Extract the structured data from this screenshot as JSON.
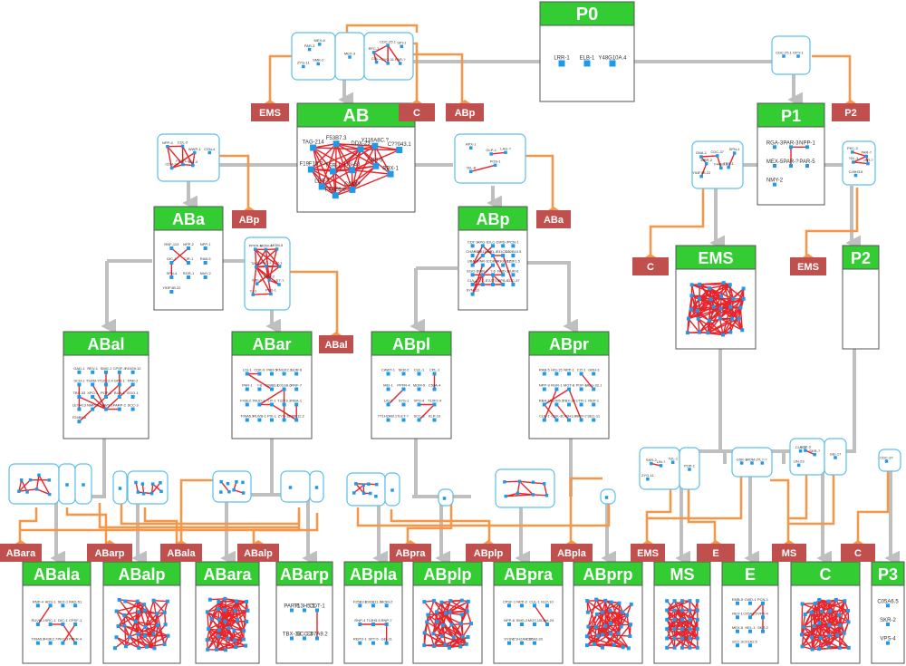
{
  "colors": {
    "cell_header": "#33cc33",
    "signal_box": "#c0504d",
    "lineage_line": "#bfbfbf",
    "signal_line": "#f79646",
    "module_border": "#5bc0eb",
    "node": "#1e9be8",
    "edge": "#e8232a"
  },
  "cells": [
    {
      "id": "P0",
      "title": "P0",
      "genes": [
        "LRR-1",
        "ELB-1",
        "Y48G10A.4"
      ]
    },
    {
      "id": "AB",
      "title": "AB",
      "genes": [
        "TAG-214",
        "F53B7.3",
        "DDX-23",
        "Y116A8C.?",
        "C??043.1",
        "F19F10.?",
        "TSR-1",
        "LIN-53",
        "HIS-9",
        "RBX-1",
        "LET-?",
        "F44E6.6",
        "COW?"
      ]
    },
    {
      "id": "P1",
      "title": "P1",
      "genes": [
        "RGA-3",
        "PAR-3",
        "NPP-1",
        "MEX-5",
        "PAR-?",
        "PAR-5",
        "NMY-2"
      ]
    },
    {
      "id": "ABa",
      "title": "ABa",
      "genes": [
        "RNF-113",
        "NPP-2",
        "NPP-1",
        "DIC-1",
        "CIR-1",
        "RAB-5",
        "SPN-4",
        "RGR-1",
        "NMY-2",
        "Y53F4B.22"
      ]
    },
    {
      "id": "ABp",
      "title": "ABp",
      "genes": [
        "CDT-1",
        "APG-1",
        "DLC-1",
        "SPD-7",
        "PCN-1",
        "CHAF-2",
        "Y60B11A.8",
        "HEL-1",
        "F31C3.5",
        "C02B10.5",
        "UBA-1",
        "PAR-1",
        "CDK-9",
        "F43G9.12",
        "F23F1.5",
        "EGO-1",
        "PAR-?",
        "?-6",
        "NUD-1",
        "SUR-6",
        "CUL-2",
        "LIT-1",
        "T22F3.3",
        "GPB-1",
        "CDC-37",
        "SYN-13"
      ]
    },
    {
      "id": "EMS",
      "title": "EMS",
      "genes": []
    },
    {
      "id": "P2",
      "title": "P2",
      "genes": []
    },
    {
      "id": "ABal",
      "title": "ABal",
      "genes": [
        "GAD-1",
        "REV-1",
        "SMG-1",
        "CPSF-4",
        "F43G9.12",
        "SCH-1",
        "TSAM-7",
        "T10C2.4",
        "GPB-1",
        "PAR-2",
        "TBX-33",
        "XPO-1",
        "POP-1",
        "BUB-1",
        "EGO-1",
        "LET-413",
        "NMP-2",
        "CAWT-1",
        "PARP-2",
        "SCC-3",
        "F29B9.6"
      ]
    },
    {
      "id": "ABar",
      "title": "ABar",
      "genes": [
        "LIS-1",
        "CDK-9",
        "PAR-5",
        "KNGX2.9",
        "SUR-6",
        "PAR-1",
        "?-6",
        "C08B6.1",
        "C01G6.6",
        "RNF-7",
        "F43E2.7",
        "NUD-1",
        "LIT-1",
        "T22F3.3",
        "RBA-1",
        "T09A5.9",
        "RUVB-1",
        "PXI-1",
        "ZYG-12",
        "F38E12.2"
      ]
    },
    {
      "id": "ABpl",
      "title": "ABpl",
      "genes": [
        "CAWT-1",
        "SKR-2",
        "CUL-1",
        "CPL-1",
        "MEI-1",
        "PPFR-4",
        "MOM-5",
        "C58A.4",
        "UQ-1",
        "SYS-1",
        "VPS-4",
        "T10F2.4",
        "Y71H2AM.17",
        "LET-?",
        "SCC-3",
        "KLP-10"
      ]
    },
    {
      "id": "ABpr",
      "title": "ABpr",
      "genes": [
        "RAB-5",
        "HIS-15",
        "NPP-1",
        "CIT-1",
        "GRH-3",
        "NPP-9",
        "RGR-1",
        "MOT-8",
        "POP-1",
        "MEG-32.1",
        "RBA-1",
        "T10H5.5",
        "TBX-33",
        "CTR-1",
        "REP-1",
        "CUL-1",
        "GSK-3",
        "C49H3.8",
        "NMY-2",
        "SEC-11"
      ]
    },
    {
      "id": "ABala",
      "title": "ABala",
      "genes": [
        "RNP-4",
        "ADS-1",
        "SEX-1",
        "RAD-51",
        "RUVB-1",
        "SRC-1",
        "DIC-1",
        "CPSF-1",
        "T09A5.9",
        "F43E2.7",
        "PKC-3",
        "PPFR-4"
      ]
    },
    {
      "id": "ABalp",
      "title": "ABalp",
      "genes": []
    },
    {
      "id": "ABara",
      "title": "ABara",
      "genes": []
    },
    {
      "id": "ABarp",
      "title": "ABarp",
      "genes": [
        "PAR-6",
        "T13H5.5",
        "CDT-1",
        "TBX-33",
        "SCC-3",
        "C07A9.2"
      ]
    },
    {
      "id": "ABpla",
      "title": "ABpla",
      "genes": [
        "F25B3.6",
        "C06B11.3",
        "MOM-2",
        "RNP-4",
        "T13H5.5",
        "RNP-7",
        "REPO-1",
        "SPT-5",
        "GEI-11"
      ]
    },
    {
      "id": "ABplp",
      "title": "ABplp",
      "genes": []
    },
    {
      "id": "ABpra",
      "title": "ABpra",
      "genes": [
        "CPSF-1",
        "NPP-2",
        "CUL-1",
        "KLP-10",
        "NPP-8",
        "SMG-2",
        "MGT-10",
        "CDH-24",
        "SYS-1",
        "Y71H2AM.17",
        "C35A9.33"
      ]
    },
    {
      "id": "ABprp",
      "title": "ABprp",
      "genes": []
    },
    {
      "id": "MS",
      "title": "MS",
      "genes": []
    },
    {
      "id": "E",
      "title": "E",
      "genes": [
        "EMB-5",
        "CWD-1",
        "PCN-1",
        "REV-1",
        "C05A6.5",
        "VPS-4",
        "MEX-6",
        "HEL-1",
        "SKR-2",
        "SCC-3",
        "C01A2.5"
      ]
    },
    {
      "id": "C",
      "title": "C",
      "genes": []
    },
    {
      "id": "P3",
      "title": "P3",
      "genes": [
        "C05A6.5",
        "SKR-2",
        "VPS-4"
      ]
    }
  ],
  "signals": [
    {
      "label": "EMS"
    },
    {
      "label": "C"
    },
    {
      "label": "ABp"
    },
    {
      "label": "P2"
    },
    {
      "label": "ABp"
    },
    {
      "label": "ABa"
    },
    {
      "label": "C"
    },
    {
      "label": "EMS"
    },
    {
      "label": "ABal"
    },
    {
      "label": "ABara"
    },
    {
      "label": "ABarp"
    },
    {
      "label": "ABala"
    },
    {
      "label": "ABalp"
    },
    {
      "label": "ABpra"
    },
    {
      "label": "ABplp"
    },
    {
      "label": "ABpla"
    },
    {
      "label": "EMS"
    },
    {
      "label": "E"
    },
    {
      "label": "MS"
    },
    {
      "label": "C"
    }
  ],
  "modules": {
    "p0_left": [
      {
        "genes": [
          "PAR-3",
          "MEX-6",
          "ZYG-11",
          "SMK-2"
        ]
      },
      {
        "genes": [
          "MEX-3"
        ]
      },
      {
        "genes": [
          "RFC-3",
          "CDC-25.1",
          "SPI-1",
          "CUL-2",
          "ZYG-11",
          "PAR-?"
        ]
      }
    ],
    "p0_right": [
      {
        "genes": [
          "CDC-25.1",
          "DPY-1"
        ]
      }
    ],
    "ab_left": [
      {
        "genes": [
          "NPP-4",
          "CUL-2",
          "WWP-1",
          "CSN-4",
          "CDH-24",
          "F23F1.5",
          "ANI-4"
        ]
      }
    ],
    "ab_right": [
      {
        "genes": [
          "APX-1",
          "GLP-1",
          "LAG-?",
          "?EL-8",
          "POS-1"
        ]
      }
    ],
    "p1_left": [
      {
        "genes": [
          "GNA-1",
          "CDC-37",
          "SPN-1",
          "MBR-2",
          "F44B9.6",
          "TSR-1",
          "Y53F4B.22"
        ]
      }
    ],
    "p1_right": [
      {
        "genes": [
          "PKC-3",
          "PAR-?",
          "?DL-1",
          "?AR-?",
          "C49H3.8"
        ]
      }
    ],
    "aba_right": [
      {
        "genes": [
          "PPFR-4",
          "MOM-4",
          "MOM-5",
          "TAG-?",
          "UNT-1",
          "?-1",
          "MEI-1",
          "NMY-2",
          "LET-?",
          "?L-1",
          "POS-1"
        ]
      }
    ],
    "emsp2": [
      {
        "genes": [
          "SKR-2",
          "LIN-?",
          "?UL-1",
          "ZYG-11"
        ]
      },
      {
        "genes": [
          "POP-1"
        ]
      },
      {
        "genes": [
          "GSK-3",
          "MOM-2",
          "?L?-?"
        ]
      },
      {
        "genes": [
          "CUL-1",
          "GSK-3",
          "SKR-?",
          "LIN-23"
        ]
      },
      {
        "genes": [
          "GEI-17"
        ]
      },
      {
        "genes": [
          "CDC-37"
        ]
      }
    ]
  }
}
